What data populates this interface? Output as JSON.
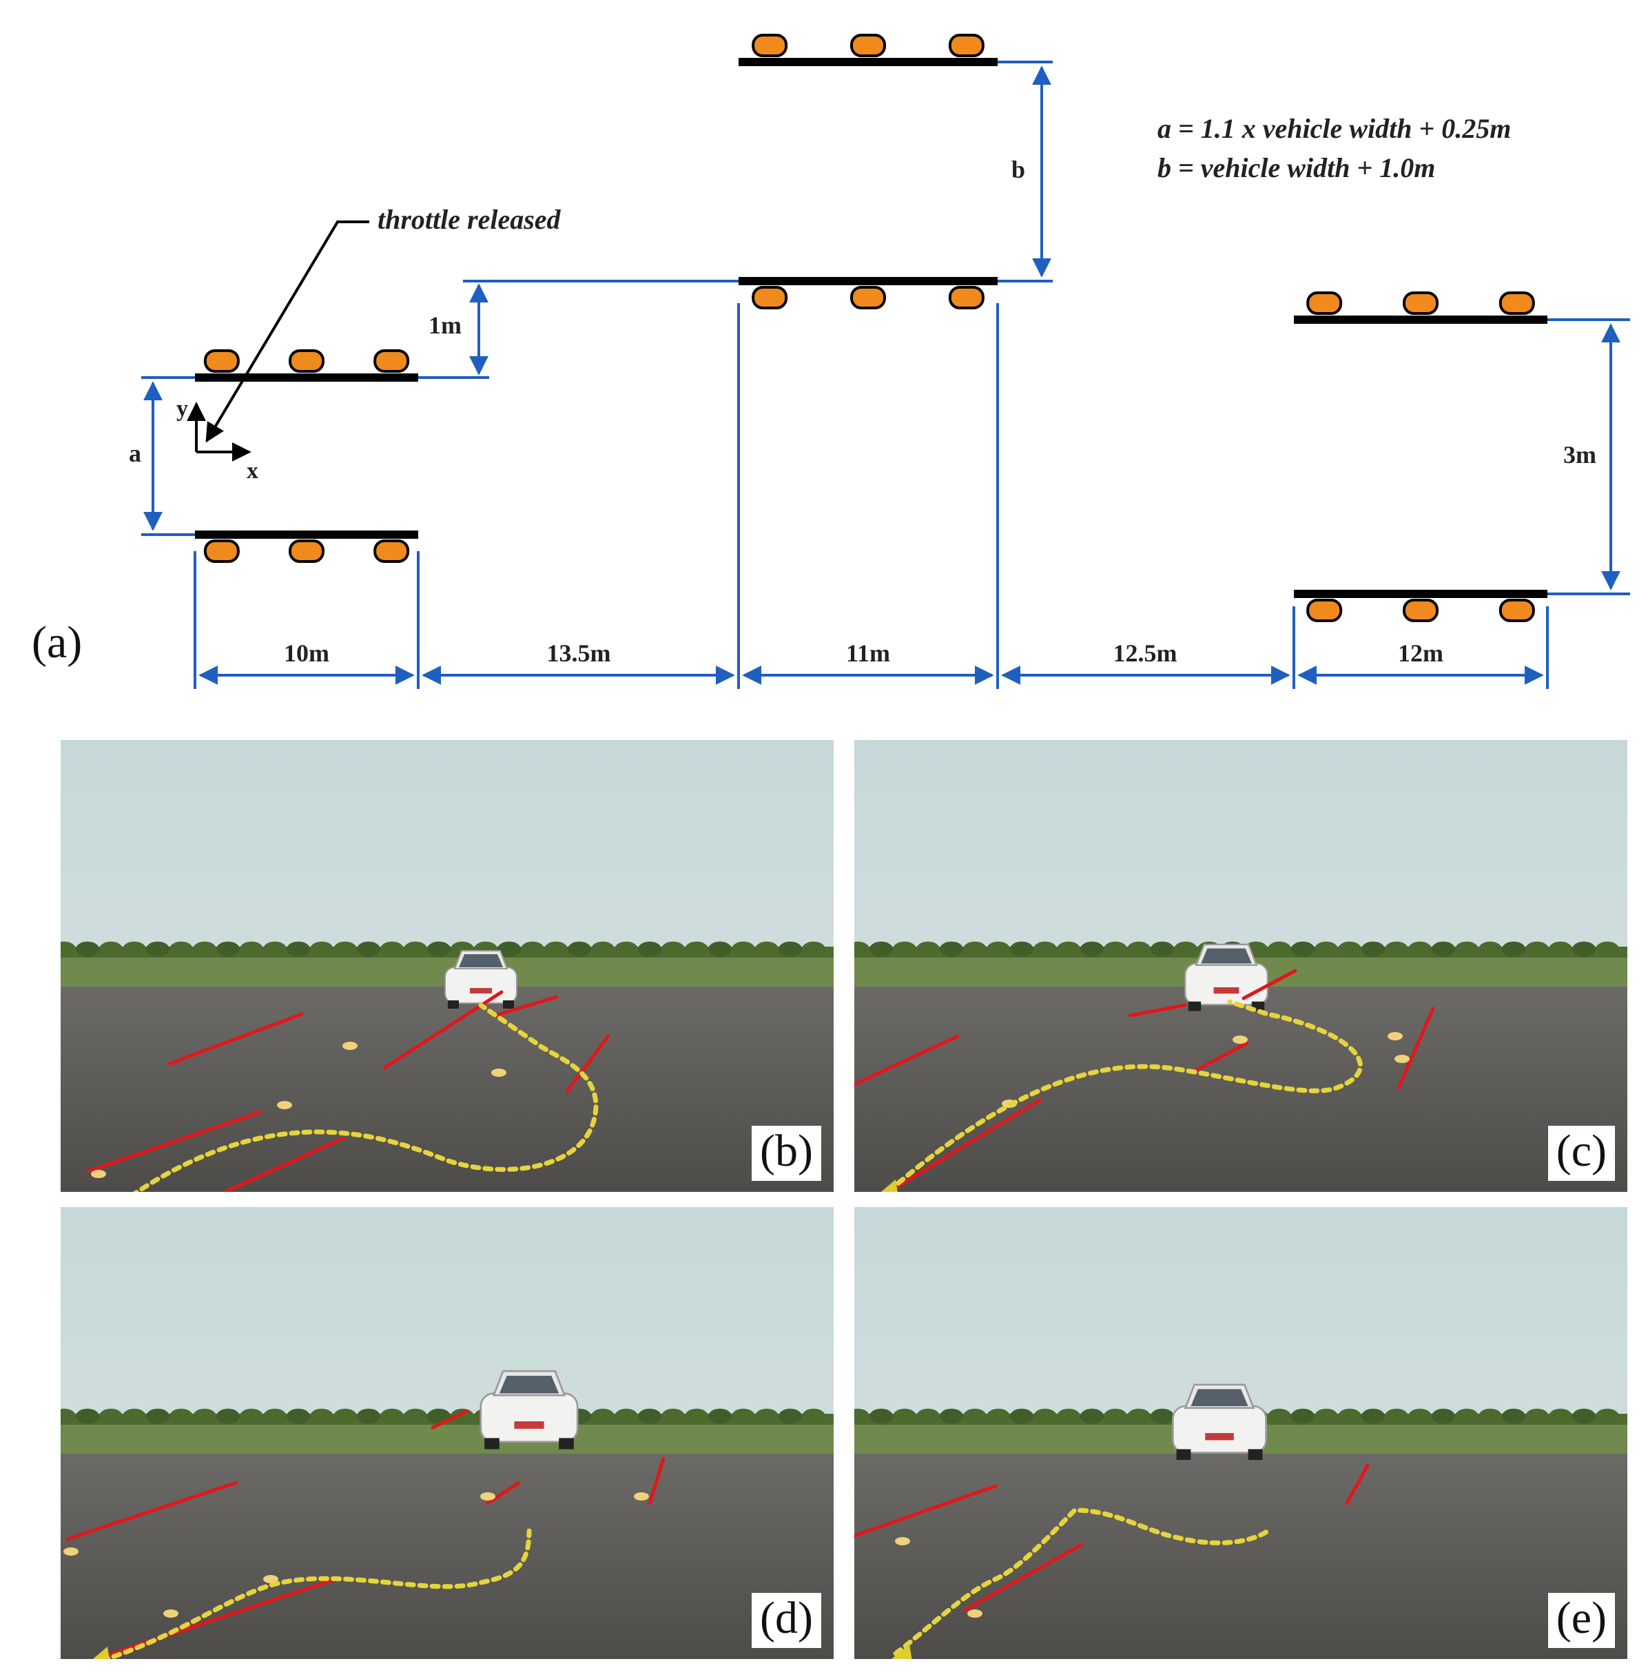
{
  "diagram": {
    "panel_label": "(a)",
    "formula_a": "a = 1.1 x vehicle width + 0.25m",
    "formula_b": "b = vehicle width + 1.0m",
    "throttle_note": "throttle released",
    "axis_y": "y",
    "axis_x": "x",
    "dim_a": "a",
    "dim_b": "b",
    "dim_1m": "1m",
    "dim_3m": "3m",
    "section_lengths": [
      "10m",
      "13.5m",
      "11m",
      "12.5m",
      "12m"
    ],
    "colors": {
      "dimension": "#1f5fbf",
      "cone": "#f08a1c",
      "bar": "#000000"
    }
  },
  "photos": [
    {
      "label": "(b)"
    },
    {
      "label": "(c)"
    },
    {
      "label": "(d)"
    },
    {
      "label": "(e)"
    }
  ]
}
